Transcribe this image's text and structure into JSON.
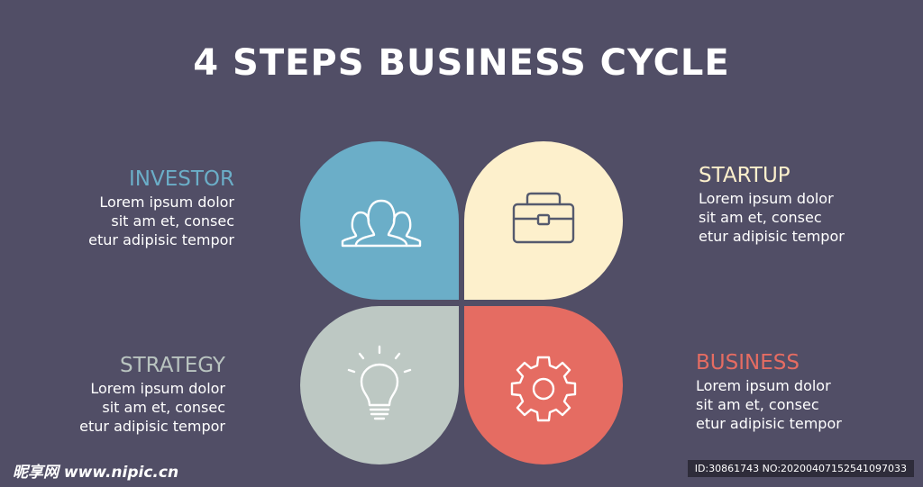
{
  "title": "4 STEPS BUSINESS CYCLE",
  "steps": [
    {
      "heading": "INVESTOR",
      "text": "Lorem ipsum dolor\nsit am et, consec\netur adipisic tempor",
      "icon": "people-icon",
      "color": "#6baec8"
    },
    {
      "heading": "STARTUP",
      "text": "Lorem ipsum dolor\nsit am et, consec\netur adipisic tempor",
      "icon": "briefcase-icon",
      "color": "#fdf0cc"
    },
    {
      "heading": "STRATEGY",
      "text": "Lorem ipsum dolor\nsit am et, consec\netur adipisic tempor",
      "icon": "lightbulb-icon",
      "color": "#bdc8c3"
    },
    {
      "heading": "BUSINESS",
      "text": "Lorem ipsum dolor\nsit am et, consec\netur adipisic tempor",
      "icon": "gear-icon",
      "color": "#e56c62"
    }
  ],
  "watermark": {
    "left": "昵享网 www.nipic.cn",
    "right": "ID:30861743 NO:20200407152541097033"
  },
  "colors": {
    "background": "#514e66"
  }
}
